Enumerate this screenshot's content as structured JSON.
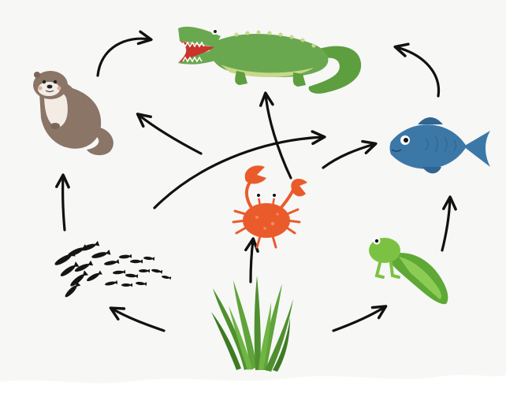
{
  "diagram": {
    "type": "food-web",
    "background_color": "#f7f7f6",
    "organisms": [
      {
        "id": "crocodile",
        "icon": "crocodile-icon"
      },
      {
        "id": "otter",
        "icon": "otter-icon"
      },
      {
        "id": "fish",
        "icon": "fish-icon"
      },
      {
        "id": "crab",
        "icon": "crab-icon"
      },
      {
        "id": "small-fish-school",
        "icon": "small-fish-school-icon"
      },
      {
        "id": "tadpole",
        "icon": "tadpole-icon"
      },
      {
        "id": "seagrass",
        "icon": "seagrass-icon"
      }
    ],
    "arrows": [
      {
        "from": "seagrass",
        "to": "small-fish-school"
      },
      {
        "from": "seagrass",
        "to": "crab"
      },
      {
        "from": "seagrass",
        "to": "tadpole"
      },
      {
        "from": "small-fish-school",
        "to": "otter"
      },
      {
        "from": "small-fish-school",
        "to": "fish"
      },
      {
        "from": "crab",
        "to": "otter"
      },
      {
        "from": "crab",
        "to": "crocodile"
      },
      {
        "from": "crab",
        "to": "fish"
      },
      {
        "from": "tadpole",
        "to": "fish"
      },
      {
        "from": "otter",
        "to": "crocodile"
      },
      {
        "from": "fish",
        "to": "crocodile"
      }
    ],
    "colors": {
      "arrow": "#111111",
      "crocodile": "#6aa84f",
      "otter": "#8a7566",
      "fish": "#3b78a8",
      "crab": "#ea5b2b",
      "tadpole": "#7cc242",
      "seagrass": "#4f8f2f"
    }
  }
}
